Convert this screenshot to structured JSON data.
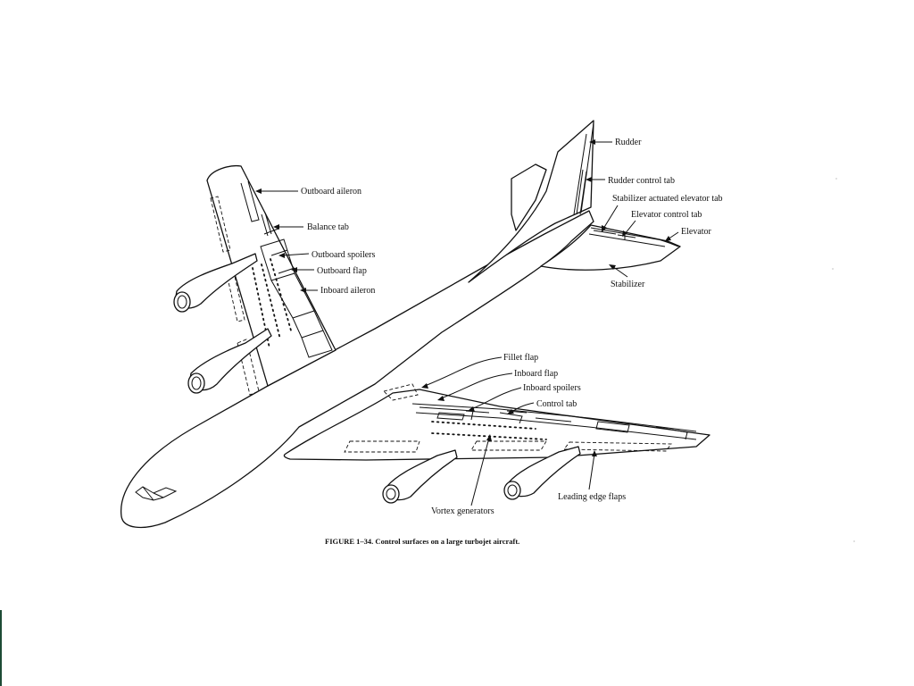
{
  "figure": {
    "caption": "Figure 1–34.  Control surfaces on a large turbojet aircraft.",
    "caption_display": "FIGURE 1–34.   Control surfaces on a large turbojet aircraft."
  },
  "labels": {
    "outboard_aileron": "Outboard aileron",
    "balance_tab": "Balance tab",
    "outboard_spoilers": "Outboard spoilers",
    "outboard_flap": "Outboard flap",
    "inboard_aileron": "Inboard  aileron",
    "rudder": "Rudder",
    "rudder_control_tab": "Rudder  control  tab",
    "stabilizer_actuated_elevator_tab": "Stabilizer  actuated  elevator tab",
    "elevator_control_tab": "Elevator  control  tab",
    "elevator": "Elevator",
    "stabilizer": "Stabilizer",
    "fillet_flap": "Fillet flap",
    "inboard_flap": "Inboard flap",
    "inboard_spoilers": "Inboard spoilers",
    "control_tab": "Control  tab",
    "leading_edge_flaps": "Leading  edge flaps",
    "vortex_generators": "Vortex generators"
  },
  "colors": {
    "line": "#111111",
    "background": "#ffffff",
    "edge_mark": "#1d4b35"
  }
}
